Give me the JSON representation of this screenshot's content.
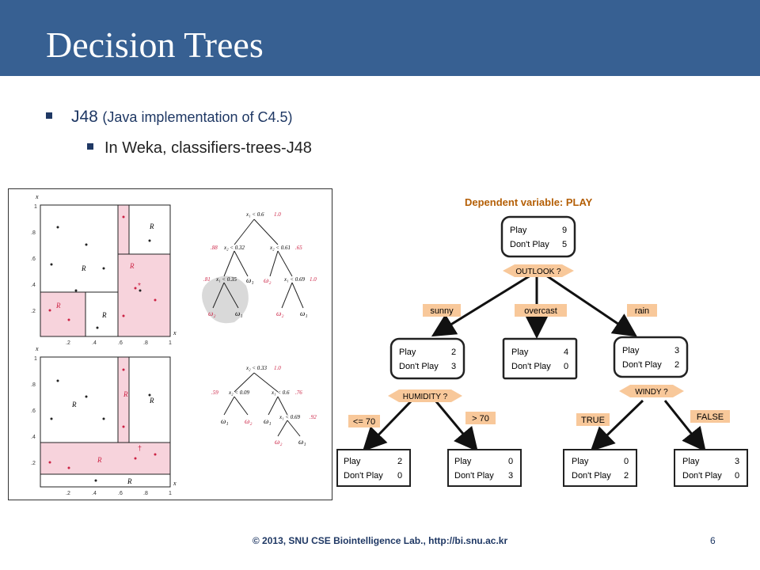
{
  "slide": {
    "title": "Decision Trees",
    "bullet1_main": "J48",
    "bullet1_sub": "(Java implementation of C4.5)",
    "bullet2": "In Weka, classifiers-trees-J48",
    "footer": "© 2013, SNU CSE Biointelligence Lab., http://bi.snu.ac.kr",
    "page_number": "6"
  },
  "left_figure": {
    "axis": {
      "x1": "x",
      "x2": "x",
      "sub1": "1",
      "sub2": "2"
    },
    "ticks": [
      ".2",
      ".4",
      ".6",
      ".8",
      "1"
    ],
    "region_labels": [
      "R",
      "R",
      "R",
      "R",
      "R"
    ],
    "tree1": {
      "root": "x₁ < 0.6",
      "root_score": "1.0",
      "left": "x₂ < 0.32",
      "left_score": ".88",
      "right": "x₂ < 0.61",
      "right_score": ".65",
      "ll": "x₁ < 0.35",
      "ll_score": ".81",
      "rr": "x₁ < 0.69",
      "rr_score": "1.0",
      "leaves": [
        "ω₂",
        "ω₁",
        "ω₁",
        "ω₂",
        "ω₂",
        "ω₁"
      ]
    },
    "tree2": {
      "root": "x₂ < 0.33",
      "root_score": "1.0",
      "left": "x₂ < 0.09",
      "left_score": ".59",
      "right": "x₁ < 0.6",
      "right_score": ".76",
      "rr": "x₁ < 0.69",
      "rr_score": ".92",
      "leaves": [
        "ω₁",
        "ω₂",
        "ω₁",
        "ω₂",
        "ω₁"
      ]
    }
  },
  "right_figure": {
    "heading": "Dependent variable: PLAY",
    "play_label": "Play",
    "dont_label": "Don't Play",
    "root": {
      "play": "9",
      "dont": "5",
      "split": "OUTLOOK ?"
    },
    "branches": {
      "sunny": "sunny",
      "overcast": "overcast",
      "rain": "rain"
    },
    "sunny_node": {
      "play": "2",
      "dont": "3",
      "split": "HUMIDITY ?"
    },
    "overcast_node": {
      "play": "4",
      "dont": "0"
    },
    "rain_node": {
      "play": "3",
      "dont": "2",
      "split": "WINDY ?"
    },
    "sub_branches": {
      "le70": "<= 70",
      "gt70": "> 70",
      "true": "TRUE",
      "false": "FALSE"
    },
    "leaf_le70": {
      "play": "2",
      "dont": "0"
    },
    "leaf_gt70": {
      "play": "0",
      "dont": "3"
    },
    "leaf_true": {
      "play": "0",
      "dont": "2"
    },
    "leaf_false": {
      "play": "3",
      "dont": "0"
    },
    "colors": {
      "label_fill": "#f8c89a",
      "node_stroke": "#222222"
    }
  }
}
